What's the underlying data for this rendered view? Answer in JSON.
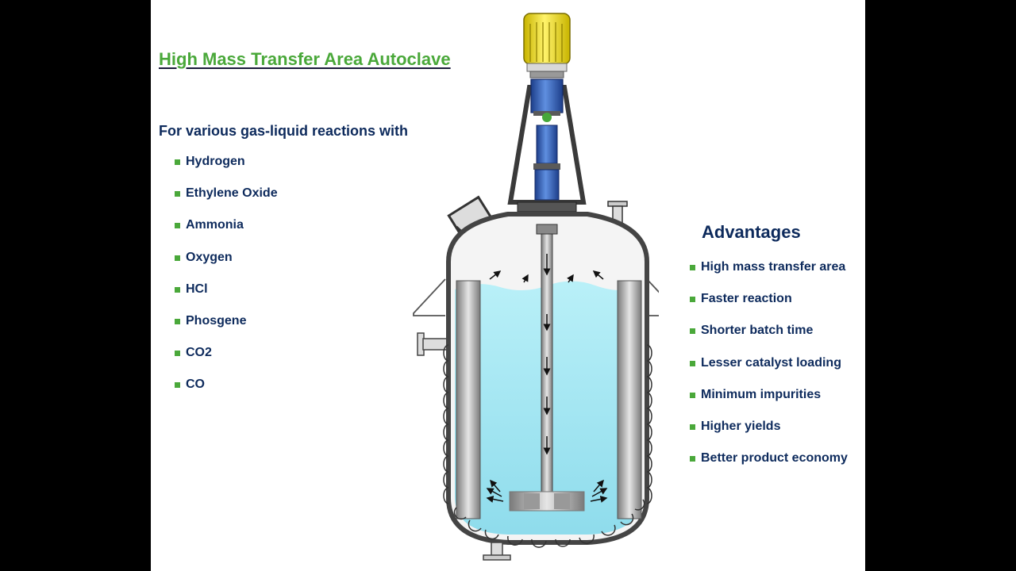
{
  "slide": {
    "title": "High Mass Transfer Area Autoclave",
    "intro": "For various gas-liquid reactions with",
    "gases": [
      "Hydrogen",
      "Ethylene Oxide",
      "Ammonia",
      "Oxygen",
      "HCl",
      "Phosgene",
      "CO2",
      "CO"
    ],
    "advantages_title": "Advantages",
    "advantages": [
      "High mass transfer area",
      "Faster reaction",
      "Shorter batch time",
      "Lesser catalyst loading",
      "Minimum impurities",
      "Higher yields",
      "Better product economy"
    ]
  },
  "colors": {
    "title": "#4aa83a",
    "text": "#0d2a5c",
    "bullet": "#4aa83a",
    "liquid": "#9fe6f2",
    "motor": "#f0e020",
    "drive": "#2f5bb8"
  },
  "icons": [
    "bullet-square-icon",
    "motor-icon",
    "gearbox-icon",
    "coupling-icon",
    "impeller-icon",
    "flow-arrow-icon"
  ]
}
